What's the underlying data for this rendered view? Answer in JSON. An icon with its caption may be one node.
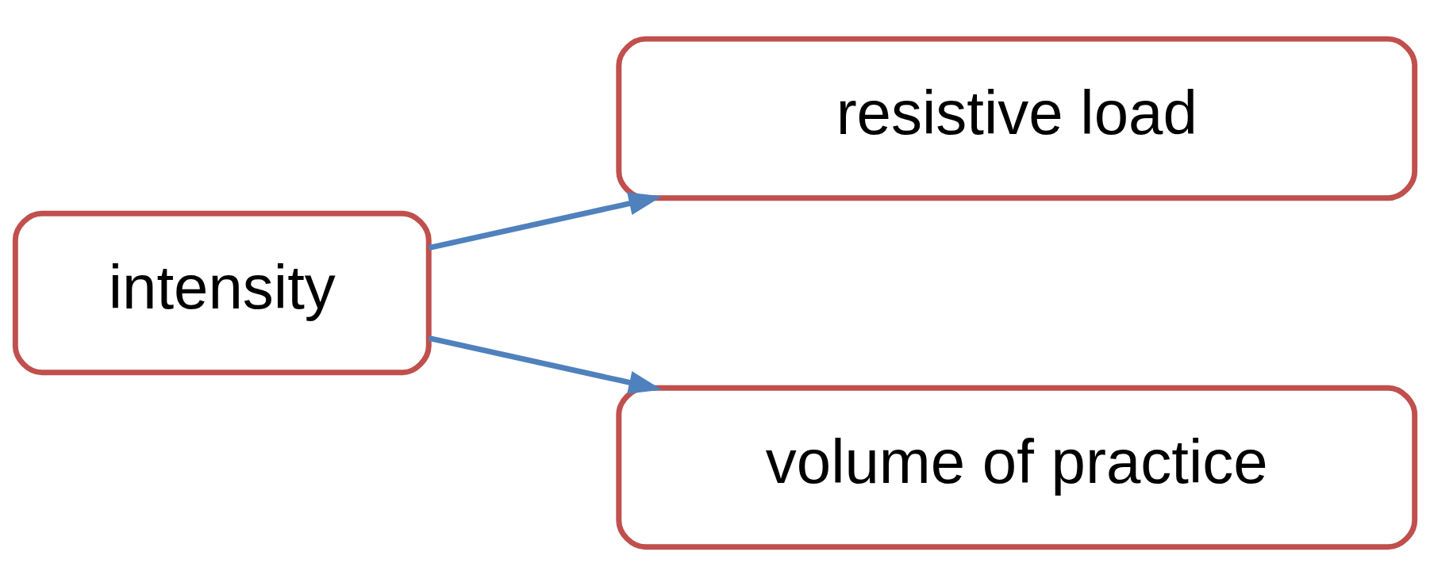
{
  "diagram": {
    "nodes": [
      {
        "text": [
          "intensity"
        ]
      },
      {
        "text": [
          "resistive load"
        ]
      },
      {
        "text": [
          "volume of practice"
        ]
      }
    ],
    "edges": [
      {
        "from": 0,
        "to": 1,
        "arrow": "to"
      },
      {
        "from": 0,
        "to": 2,
        "arrow": "to"
      }
    ]
  }
}
